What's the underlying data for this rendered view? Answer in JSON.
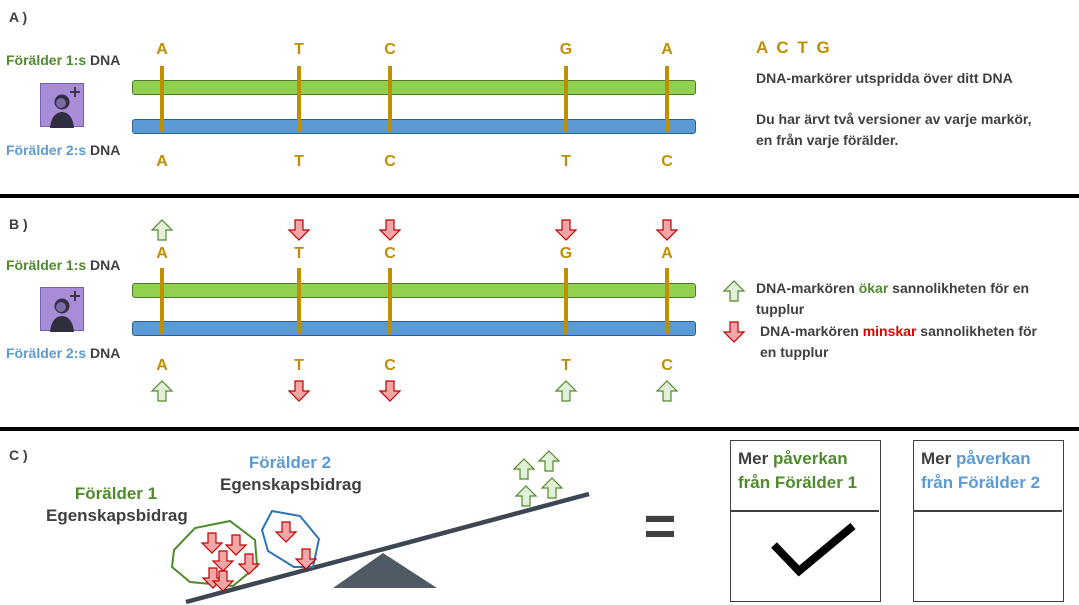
{
  "panels": {
    "a": {
      "label": "A )",
      "parent1_prefix": "Förälder 1:s",
      "parent2_prefix": "Förälder 2:s",
      "dna_word": "DNA",
      "top_letters": [
        "A",
        "T",
        "C",
        "G",
        "A"
      ],
      "bottom_letters": [
        "A",
        "T",
        "C",
        "T",
        "C"
      ],
      "bases_legend": "A C T G",
      "info_line1": "DNA-markörer utspridda över ditt DNA",
      "info_line2a": "Du har ärvt två versioner av varje markör,",
      "info_line2b": "en från varje förälder."
    },
    "b": {
      "label": "B )",
      "parent1_prefix": "Förälder 1:s",
      "parent2_prefix": "Förälder 2:s",
      "dna_word": "DNA",
      "top_letters": [
        "A",
        "T",
        "C",
        "G",
        "A"
      ],
      "bottom_letters": [
        "A",
        "T",
        "C",
        "T",
        "C"
      ],
      "top_arrows": [
        "up",
        "down",
        "down",
        "down",
        "down"
      ],
      "bottom_arrows": [
        "up",
        "down",
        "down",
        "up",
        "up"
      ],
      "legend_up_pre": "DNA-markören",
      "legend_up_key": "ökar",
      "legend_up_post": "sannolikheten för en",
      "legend_up_line2": "tupplur",
      "legend_down_pre": "DNA-markören",
      "legend_down_key": "minskar",
      "legend_down_post": " sannolikheten för",
      "legend_down_line2": "en tupplur"
    },
    "c": {
      "label": "C )",
      "parent1_name": "Förälder 1",
      "parent1_sub": "Egenskapsbidrag",
      "parent2_name": "Förälder 2",
      "parent2_sub": "Egenskapsbidrag",
      "equals": "=",
      "box1_line1_pre": "Mer",
      "box1_line1_key": "påverkan",
      "box1_line2": "från Förälder 1",
      "box2_line1_pre": "Mer",
      "box2_line1_key": "påverkan",
      "box2_line2": "från Förälder 2",
      "box1_checked": true,
      "box2_checked": false
    }
  },
  "colors": {
    "gold": "#bf8f00",
    "green_strand": "#92d050",
    "blue_strand": "#5b9bd5",
    "green_text": "#4f8a2b",
    "blue_text": "#5b9bd5",
    "red_text": "#e00000",
    "arrow_up_fill": "#e2f0d9",
    "arrow_down_fill": "#f4a6a6",
    "avatar": "#a98cd8"
  },
  "icons": {
    "avatar": "person-plus-icon",
    "up": "arrow-up-icon",
    "down": "arrow-down-icon",
    "check": "checkmark-icon"
  }
}
